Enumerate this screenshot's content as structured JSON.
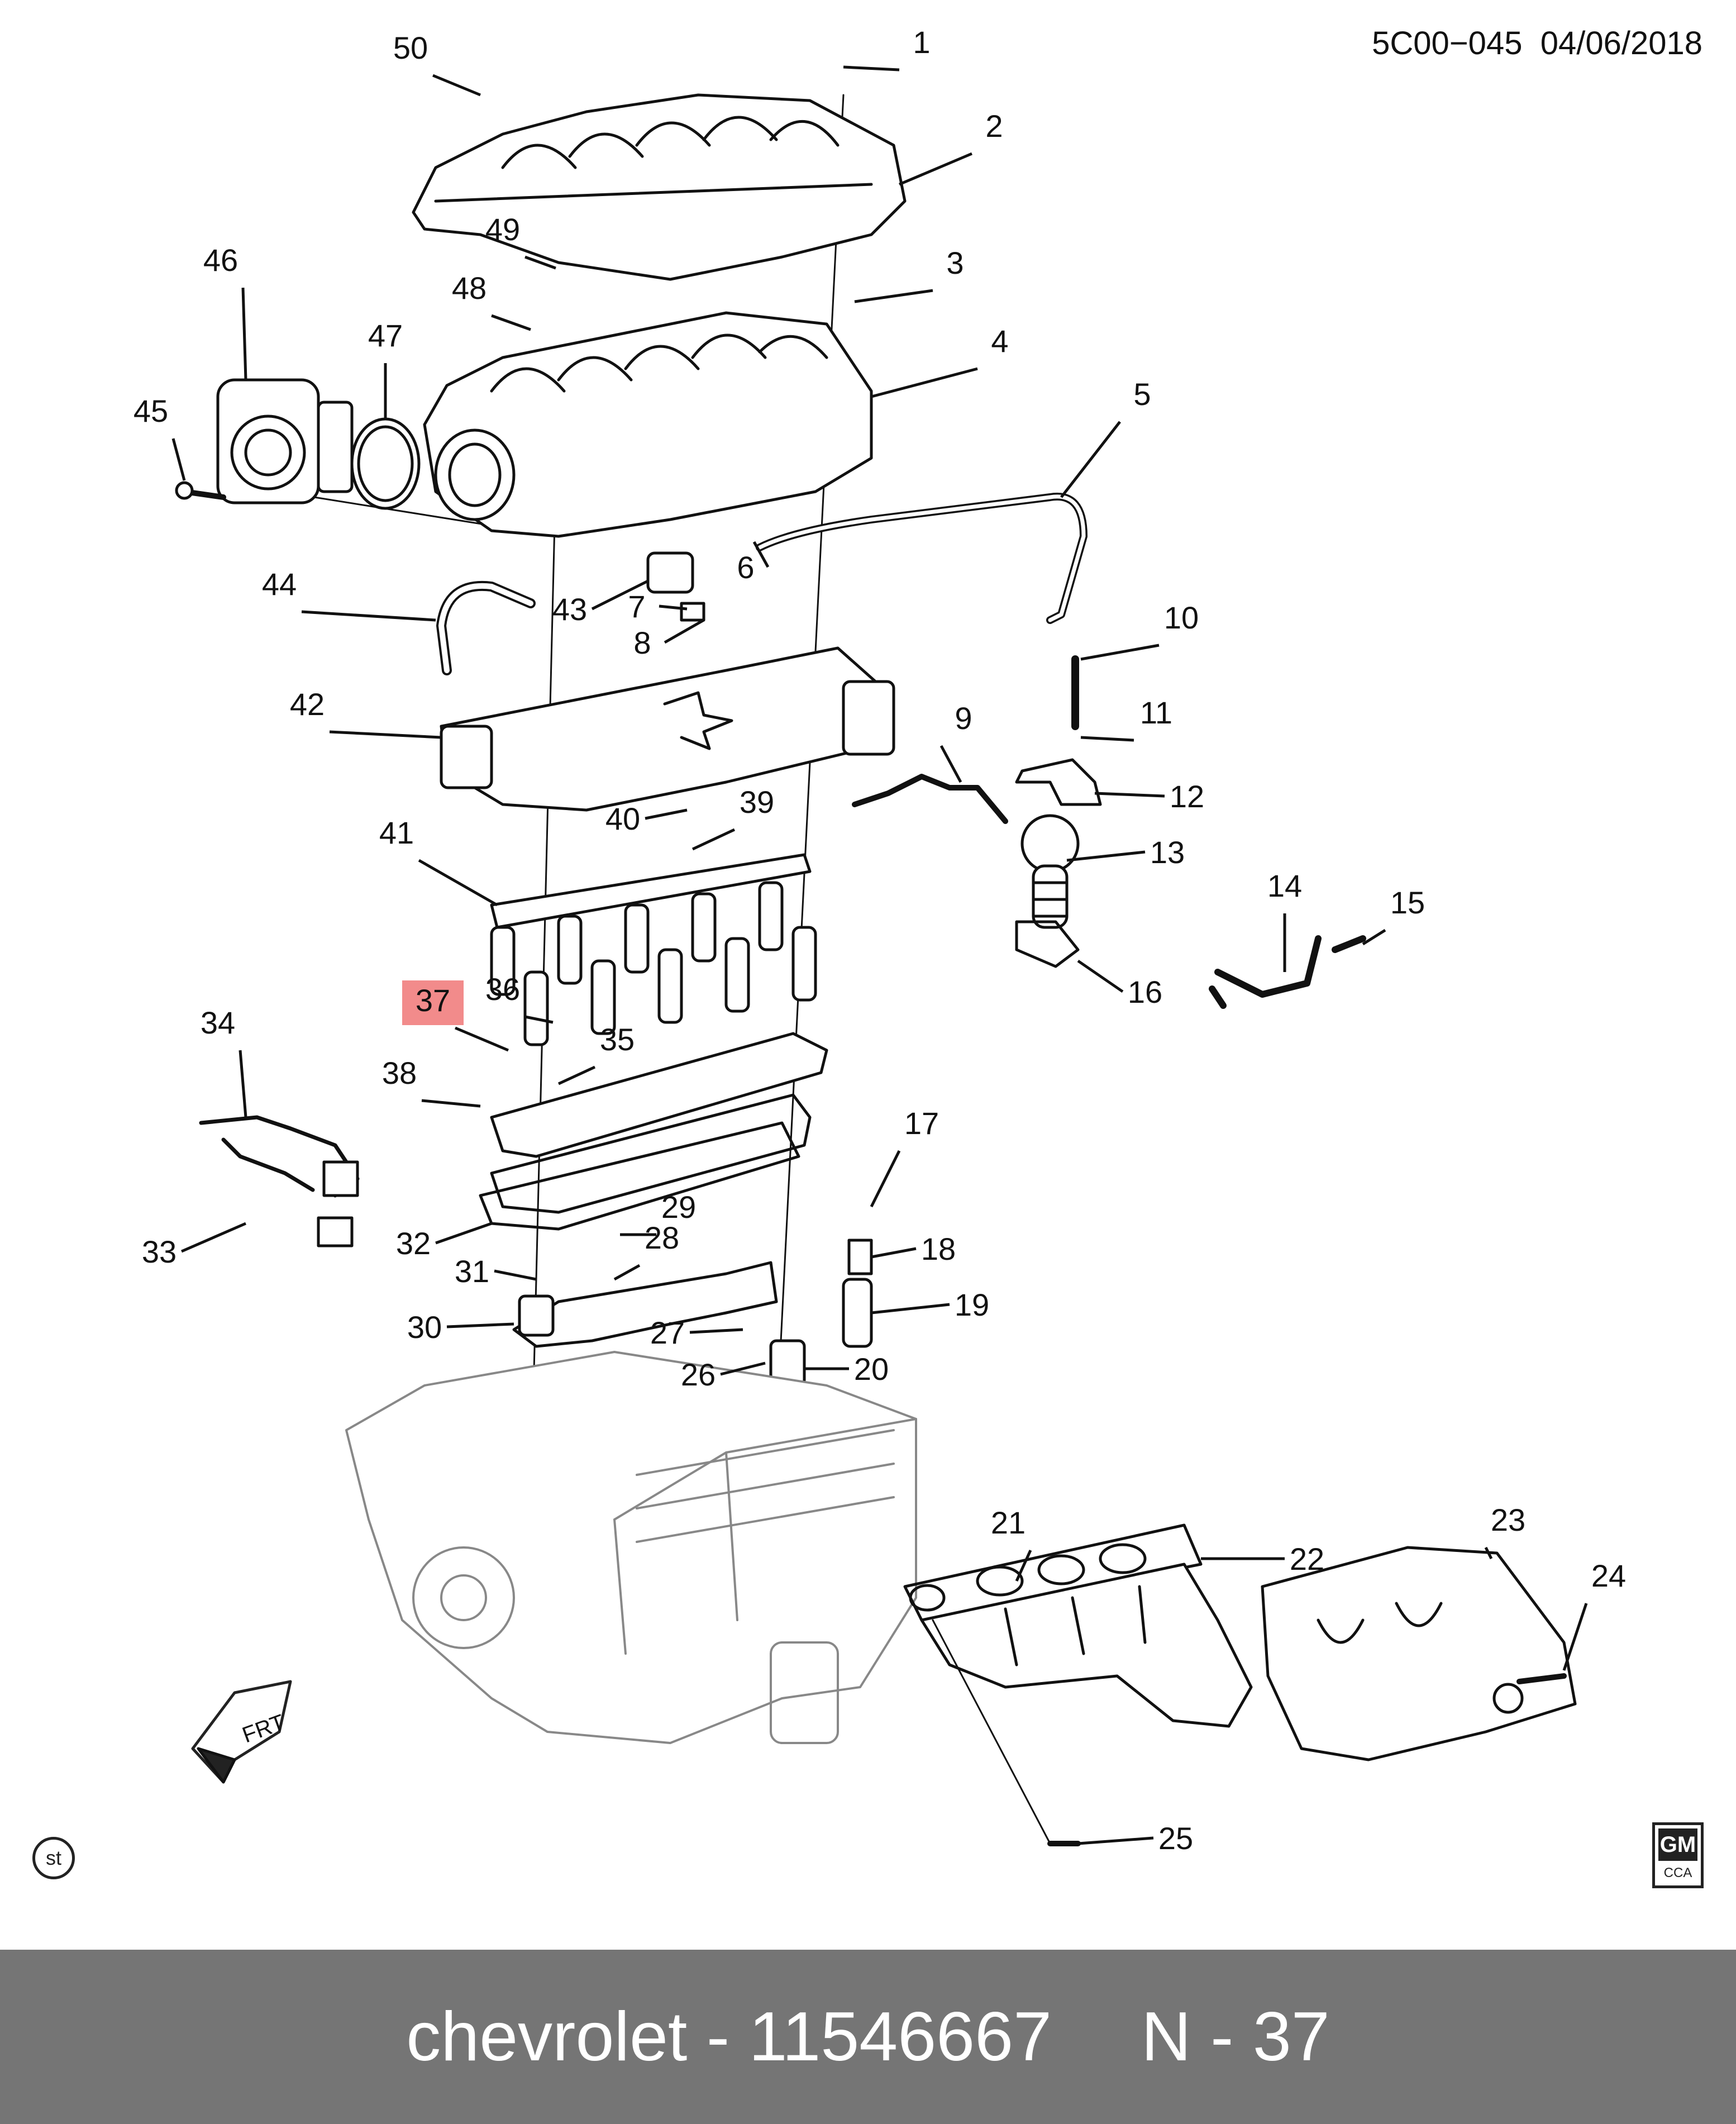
{
  "header": {
    "code": "5C00−045",
    "date": "04/06/2018"
  },
  "badges": {
    "st": "st",
    "gm": "GM",
    "gm_sub": "CCA"
  },
  "front_indicator": "FRT",
  "highlight_color": "#f28b8b",
  "callouts": [
    {
      "n": "1"
    },
    {
      "n": "2"
    },
    {
      "n": "3"
    },
    {
      "n": "4"
    },
    {
      "n": "5"
    },
    {
      "n": "6"
    },
    {
      "n": "7"
    },
    {
      "n": "8"
    },
    {
      "n": "9"
    },
    {
      "n": "10"
    },
    {
      "n": "11"
    },
    {
      "n": "12"
    },
    {
      "n": "13"
    },
    {
      "n": "14"
    },
    {
      "n": "15"
    },
    {
      "n": "16"
    },
    {
      "n": "17"
    },
    {
      "n": "18"
    },
    {
      "n": "19"
    },
    {
      "n": "20"
    },
    {
      "n": "21"
    },
    {
      "n": "22"
    },
    {
      "n": "23"
    },
    {
      "n": "24"
    },
    {
      "n": "25"
    },
    {
      "n": "26"
    },
    {
      "n": "27"
    },
    {
      "n": "28"
    },
    {
      "n": "29"
    },
    {
      "n": "30"
    },
    {
      "n": "31"
    },
    {
      "n": "32"
    },
    {
      "n": "33"
    },
    {
      "n": "34"
    },
    {
      "n": "35"
    },
    {
      "n": "36"
    },
    {
      "n": "37",
      "highlighted": true
    },
    {
      "n": "38"
    },
    {
      "n": "39"
    },
    {
      "n": "40"
    },
    {
      "n": "41"
    },
    {
      "n": "42"
    },
    {
      "n": "43"
    },
    {
      "n": "44"
    },
    {
      "n": "45"
    },
    {
      "n": "46"
    },
    {
      "n": "47"
    },
    {
      "n": "48"
    },
    {
      "n": "49"
    },
    {
      "n": "50"
    }
  ],
  "footer": {
    "brand_part": "chevrolet - 11546667",
    "ref": "N - 37"
  }
}
